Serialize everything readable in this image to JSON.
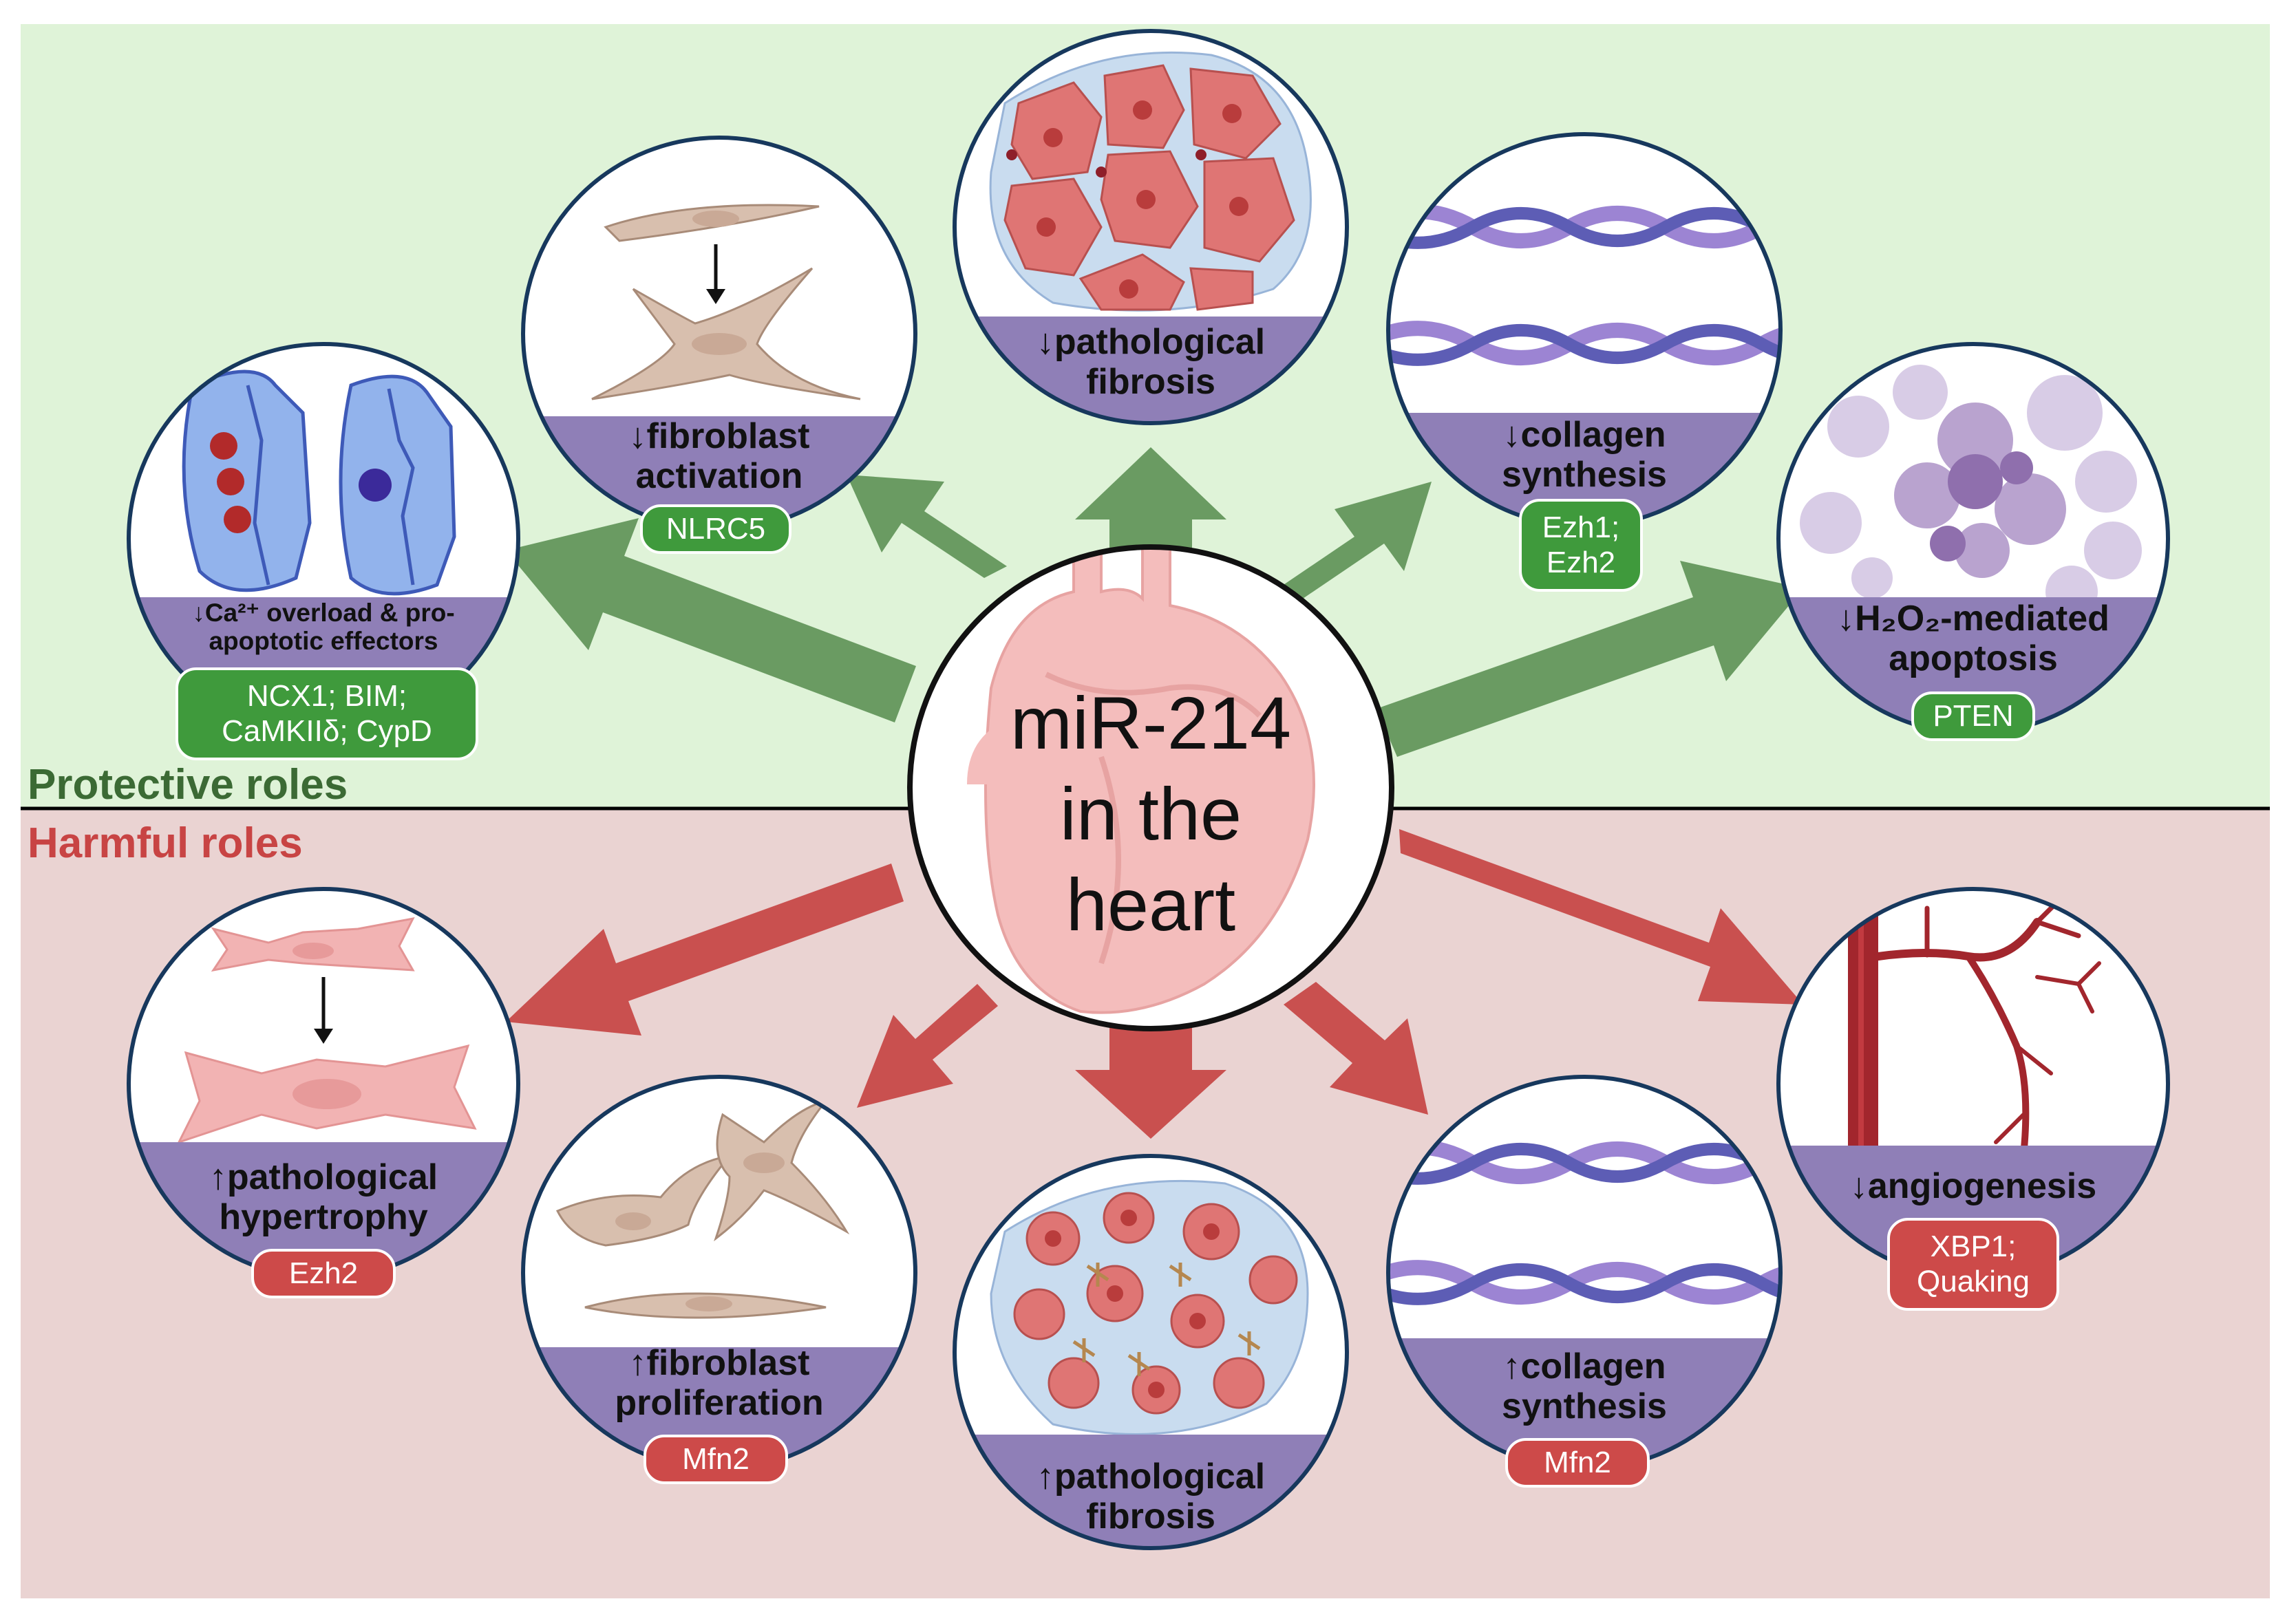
{
  "center": {
    "line1": "miR-214",
    "line2": "in the",
    "line3": "heart"
  },
  "sections": {
    "protective": "Protective roles",
    "harmful": "Harmful roles"
  },
  "colors": {
    "protective_bg": "#dff3d8",
    "harmful_bg": "#ead3d2",
    "green_arrow": "#6a9b62",
    "red_arrow": "#c9504f",
    "banner": "#8f7fb7",
    "tag_green": "#3f9a3c",
    "tag_red": "#cd4a49",
    "divider": "#000000"
  },
  "protective": {
    "ca": {
      "line1": "↓Ca²⁺ overload & pro-",
      "line2": "apoptotic effectors",
      "tag1": "NCX1; BIM;",
      "tag2": "CaMKIIδ; CypD"
    },
    "fibroblast": {
      "line1": "↓fibroblast",
      "line2": "activation",
      "tag": "NLRC5"
    },
    "fibrosis": {
      "line1": "↓pathological",
      "line2": "fibrosis"
    },
    "collagen": {
      "line1": "↓collagen",
      "line2": "synthesis",
      "tag1": "Ezh1;",
      "tag2": "Ezh2"
    },
    "apoptosis": {
      "line1": "↓H₂O₂-mediated",
      "line2": "apoptosis",
      "tag": "PTEN"
    }
  },
  "harmful": {
    "hypertrophy": {
      "line1": "↑pathological",
      "line2": "hypertrophy",
      "tag": "Ezh2"
    },
    "fibroblast": {
      "line1": "↑fibroblast",
      "line2": "proliferation",
      "tag": "Mfn2"
    },
    "fibrosis": {
      "line1": "↑pathological",
      "line2": "fibrosis"
    },
    "collagen": {
      "line1": "↑collagen",
      "line2": "synthesis",
      "tag": "Mfn2"
    },
    "angiogenesis": {
      "line1": "↓angiogenesis",
      "tag1": "XBP1;",
      "tag2": "Quaking"
    }
  }
}
